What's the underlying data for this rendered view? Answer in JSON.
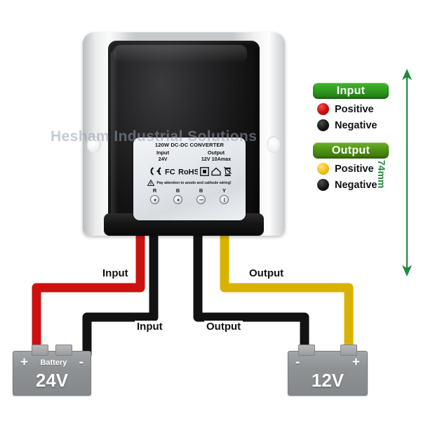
{
  "watermark": "Hesham Industrial Solutions",
  "device": {
    "label": {
      "title": "120W DC-DC CONVERTER",
      "input_heading": "Input",
      "input_value": "24V",
      "output_heading": "Output",
      "output_value": "12V 10Amax",
      "warning_text": "Pay attention to anode and cathode wiring!",
      "certifications": [
        "ce-mark-icon",
        "fcc-icon",
        "rohs-icon",
        "double-insulation-icon",
        "house-indoor-use-icon",
        "weee-crossed-bin-icon"
      ],
      "terminals": [
        {
          "name": "R",
          "screw": "dot"
        },
        {
          "name": "B",
          "screw": "dot"
        },
        {
          "name": "B",
          "screw": "minus"
        },
        {
          "name": "Y",
          "screw": "down"
        }
      ]
    }
  },
  "legend": {
    "groups": [
      {
        "badge": "Input",
        "badge_color": "#2f9e1f",
        "rows": [
          {
            "dot": "red-dot-icon",
            "dot_color": "#cf1111",
            "label": "Positive"
          },
          {
            "dot": "black-dot-icon",
            "dot_color": "#000000",
            "label": "Negative"
          }
        ]
      },
      {
        "badge": "Output",
        "badge_color": "#4f9314",
        "rows": [
          {
            "dot": "yellow-dot-icon",
            "dot_color": "#f5c423",
            "label": "Positive"
          },
          {
            "dot": "black-dot-icon",
            "dot_color": "#000000",
            "label": "Negative"
          }
        ]
      }
    ]
  },
  "dimension": {
    "value": "74mm",
    "color": "#1f8a3c",
    "orientation": "vertical-double-arrow"
  },
  "wire_labels": {
    "input_top": "Input",
    "input_bottom": "Input",
    "output_top": "Output",
    "output_bottom": "Output"
  },
  "wires": [
    {
      "name": "input-positive-wire",
      "color": "#cc1111"
    },
    {
      "name": "input-negative-wire",
      "color": "#121212"
    },
    {
      "name": "output-negative-wire",
      "color": "#121212"
    },
    {
      "name": "output-positive-wire",
      "color": "#d9b200"
    }
  ],
  "batteries": [
    {
      "name": "24V",
      "title": "Battery",
      "voltage": "24V",
      "left_sign": "+",
      "right_sign": "-"
    },
    {
      "name": "12V",
      "title": "",
      "voltage": "12V",
      "left_sign": "-",
      "right_sign": "+"
    }
  ]
}
